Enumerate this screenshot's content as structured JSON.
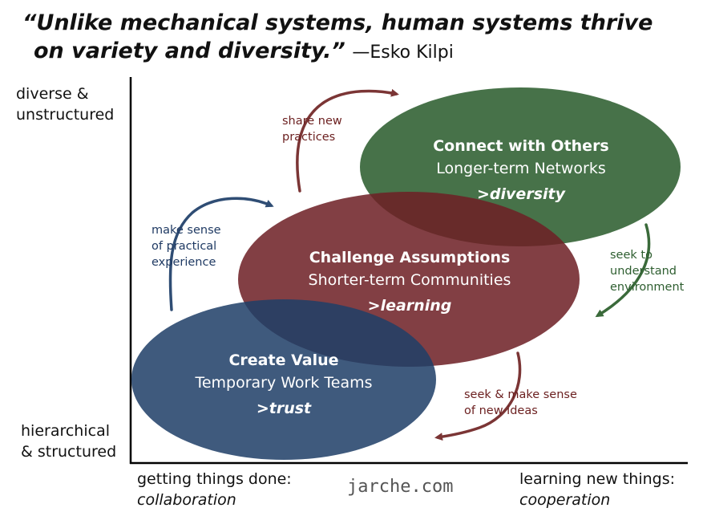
{
  "quote": {
    "line1": "“Unlike mechanical systems, human systems thrive",
    "line2": "on variety and diversity.”",
    "attribution": "—Esko Kilpi"
  },
  "y_axis": {
    "top_line1": "diverse &",
    "top_line2": "unstructured",
    "bottom_line1": "hierarchical",
    "bottom_line2": "& structured"
  },
  "x_axis": {
    "left_line1": "getting things done:",
    "left_line2": "collaboration",
    "right_line1": "learning new things:",
    "right_line2": "cooperation"
  },
  "watermark": "jarche.com",
  "colors": {
    "green": "#2e5e30",
    "red": "#6e1f25",
    "blue": "#2a4a73",
    "note_blue": "#1f3a63",
    "note_red": "#6b1f1f",
    "note_green": "#2e5e30"
  },
  "ellipses": {
    "green": {
      "title": "Connect with Others",
      "subtitle": "Longer-term Networks",
      "tag": ">diversity"
    },
    "red": {
      "title": "Challenge Assumptions",
      "subtitle": "Shorter-term Communities",
      "tag": ">learning"
    },
    "blue": {
      "title": "Create Value",
      "subtitle": "Temporary Work Teams",
      "tag": ">trust"
    }
  },
  "notes": {
    "share": [
      "share new",
      "practices"
    ],
    "make_sense": [
      "make sense",
      "of practical",
      "experience"
    ],
    "seek_understand": [
      "seek to",
      "understand",
      "environment"
    ],
    "seek_ideas": [
      "seek & make sense",
      "of new ideas"
    ]
  }
}
